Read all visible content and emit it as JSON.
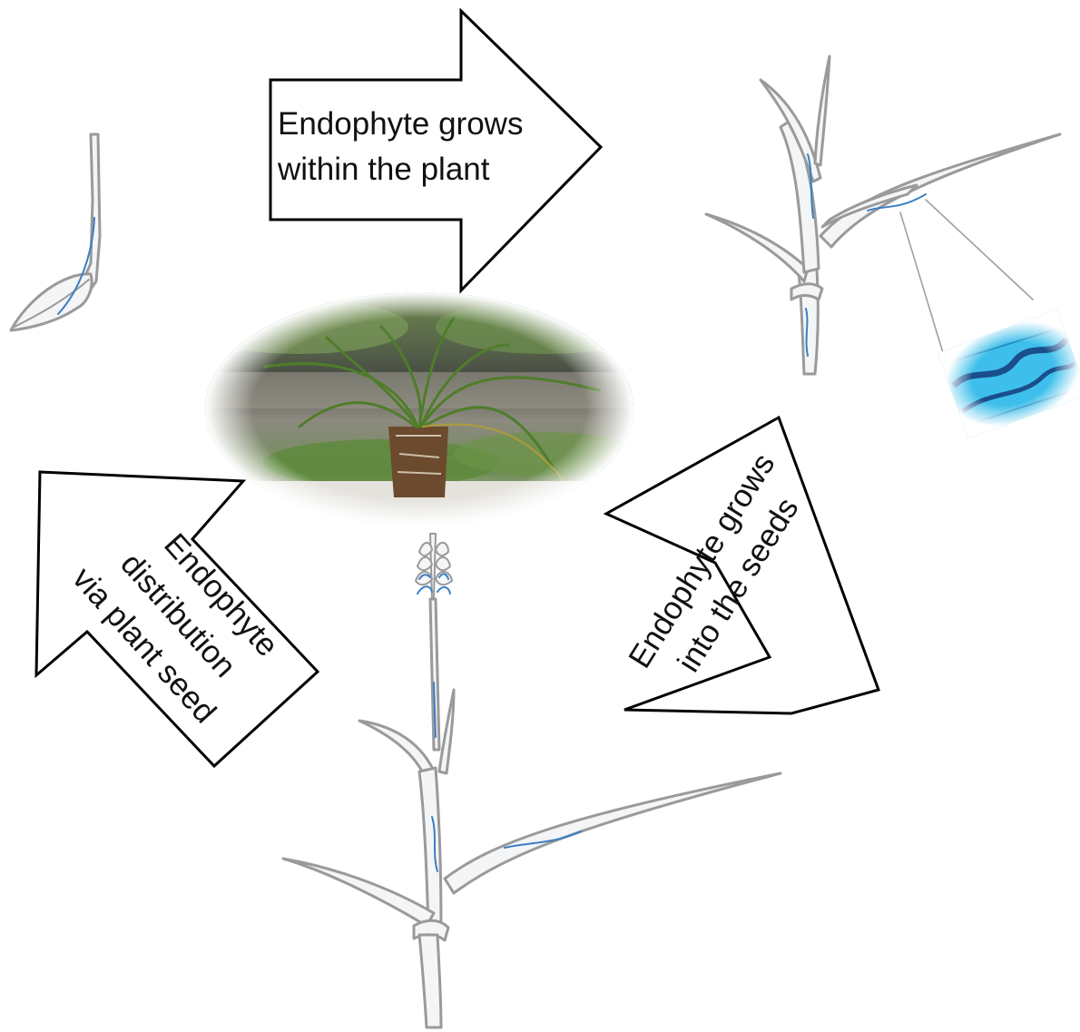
{
  "diagram": {
    "arrows": [
      {
        "id": "top",
        "lines": [
          "Endophyte grows",
          "within the plant"
        ]
      },
      {
        "id": "right",
        "lines": [
          "Endophyte grows",
          "into the seeds"
        ]
      },
      {
        "id": "left",
        "lines": [
          "Endophyte",
          "distribution",
          "via plant seed"
        ]
      }
    ],
    "stages": [
      "seedling",
      "mature-plant",
      "microscope-view",
      "grass-photo",
      "seed-head-plant"
    ],
    "colors": {
      "plant_outline": "#9a9a9a",
      "plant_fill": "#f4f5f7",
      "endophyte_hypha": "#3b7fc4",
      "arrow_stroke": "#000000",
      "microscope_blue": "#27b4e6",
      "grass_green": "#4f7d2a"
    }
  }
}
